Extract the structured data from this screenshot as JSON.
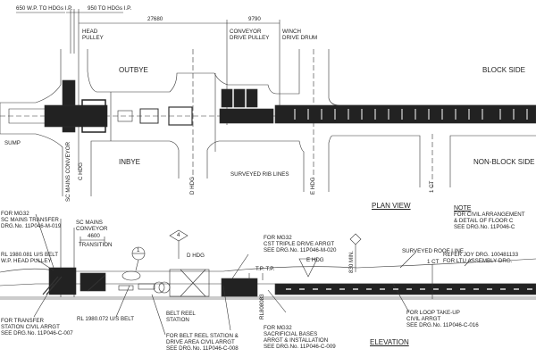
{
  "dimensions": {
    "wp_to_hdgs": "650 W.P. TO HDGs I.P.",
    "to_hdgs": "950 TO HDGs I.P.",
    "span_1": "27680",
    "span_2": "9790",
    "transition": "4600"
  },
  "plan": {
    "title": "PLAN VIEW",
    "head_pulley": [
      "HEAD",
      "PULLEY"
    ],
    "drive_pulley": [
      "CONVEYOR",
      "DRIVE PULLEY"
    ],
    "winch": [
      "WINCH",
      "DRIVE DRUM"
    ],
    "outbye": "OUTBYE",
    "inbye": "INBYE",
    "block_side": "BLOCK SIDE",
    "non_block_side": "NON-BLOCK SIDE",
    "sump": "SUMP",
    "rib_lines": "SURVEYED RIB LINES",
    "d_hdg": "D HDG",
    "e_hdg": "E HDG",
    "c_hdg": "C HDG",
    "ct": "1 CT",
    "sc_mains": "SC MAINS CONVEYOR"
  },
  "note": {
    "title": "NOTE",
    "lines": [
      "FOR CIVIL ARRANGEMENT",
      "& DETAIL OF FLOOR C",
      "SEE DRG.No. 11P046-C"
    ]
  },
  "elevation": {
    "title": "ELEVATION",
    "mg32_transfer": [
      "FOR MG32",
      "SC MAINS TRANSFER",
      "DRG.No. 11P046-M-019"
    ],
    "sc_mains": [
      "SC MAINS",
      "CONVEYOR"
    ],
    "transition": "TRANSITION",
    "rl_head": [
      "RL 1980.081 U/S BELT",
      "W.P. HEAD PULLEY"
    ],
    "transfer_civil": [
      "FOR TRANSFER",
      "STATION CIVIL ARRGT",
      "SEE DRG.No. 11P046-C-007"
    ],
    "rl_belt": "RL 1980.072 U/S BELT",
    "belt_reel": [
      "BELT REEL",
      "STATION"
    ],
    "belt_reel_civil": [
      "FOR BELT REEL STATION &",
      "DRIVE AREA CIVIL ARRGT",
      "SEE DRG.No. 11P046-C-008"
    ],
    "d_hdg": "D HDG",
    "triple_drive": [
      "FOR MG32",
      "CST TRIPLE DRIVE ARRGT",
      "SEE DRG.No. 11P046-M-020"
    ],
    "tp": "T.P.  T.P.",
    "e_hdg": "E HDG",
    "min": "830 MIN.",
    "roof_line": "SURVEYED ROOF LINE",
    "ct": "1 CT",
    "joy": [
      "REFER JOY DRG. 100481133",
      "FOR LTU ASSEMBLY DRG."
    ],
    "loop": [
      "FOR LOOP TAKE-UP",
      "CIVIL ARRGT",
      "SEE DRG.No. 11P046-C-016"
    ],
    "sacrificial": [
      "FOR MG32",
      "SACRIFICIAL BASES",
      "ARRGT & INSTALLATION",
      "SEE DRG.No. 11P046-C-009"
    ],
    "rl_vert": "RL808083",
    "bubble_1": "1",
    "bubble_4": "4"
  }
}
